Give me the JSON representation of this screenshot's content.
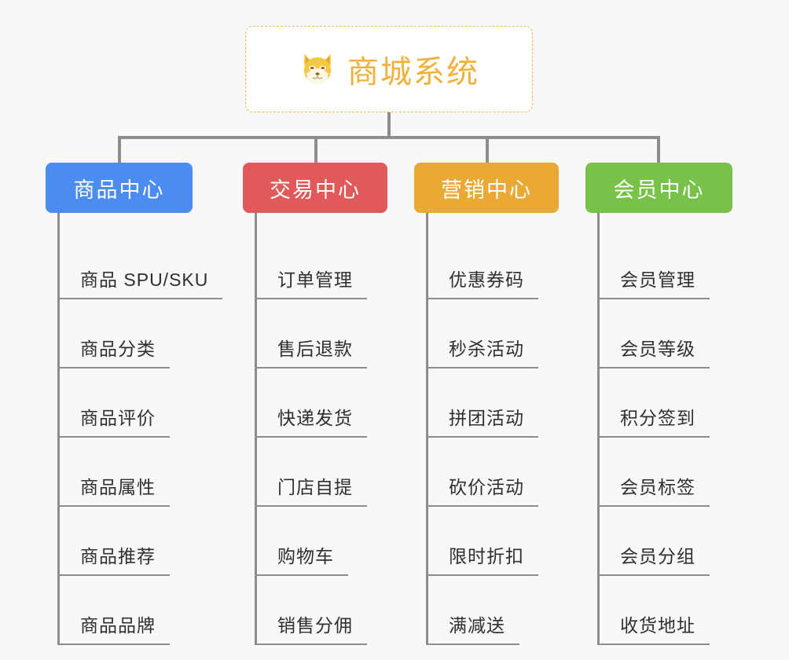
{
  "page": {
    "background": "#f8f8f8",
    "line_color": "#8d8d8d",
    "type": "mindmap"
  },
  "root": {
    "title": "商城系统",
    "icon": "shiba-dog-face-emoji",
    "text_color": "#f0b23c",
    "border_color": "#f0b850",
    "background": "#ffffff"
  },
  "categories": [
    {
      "label": "商品中心",
      "color": "#4a8cf0",
      "items": [
        "商品 SPU/SKU",
        "商品分类",
        "商品评价",
        "商品属性",
        "商品推荐",
        "商品品牌"
      ]
    },
    {
      "label": "交易中心",
      "color": "#e05a5a",
      "items": [
        "订单管理",
        "售后退款",
        "快递发货",
        "门店自提",
        "购物车",
        "销售分佣"
      ]
    },
    {
      "label": "营销中心",
      "color": "#eaa935",
      "items": [
        "优惠券码",
        "秒杀活动",
        "拼团活动",
        "砍价活动",
        "限时折扣",
        "满减送"
      ]
    },
    {
      "label": "会员中心",
      "color": "#78c249",
      "items": [
        "会员管理",
        "会员等级",
        "积分签到",
        "会员标签",
        "会员分组",
        "收货地址"
      ]
    }
  ]
}
